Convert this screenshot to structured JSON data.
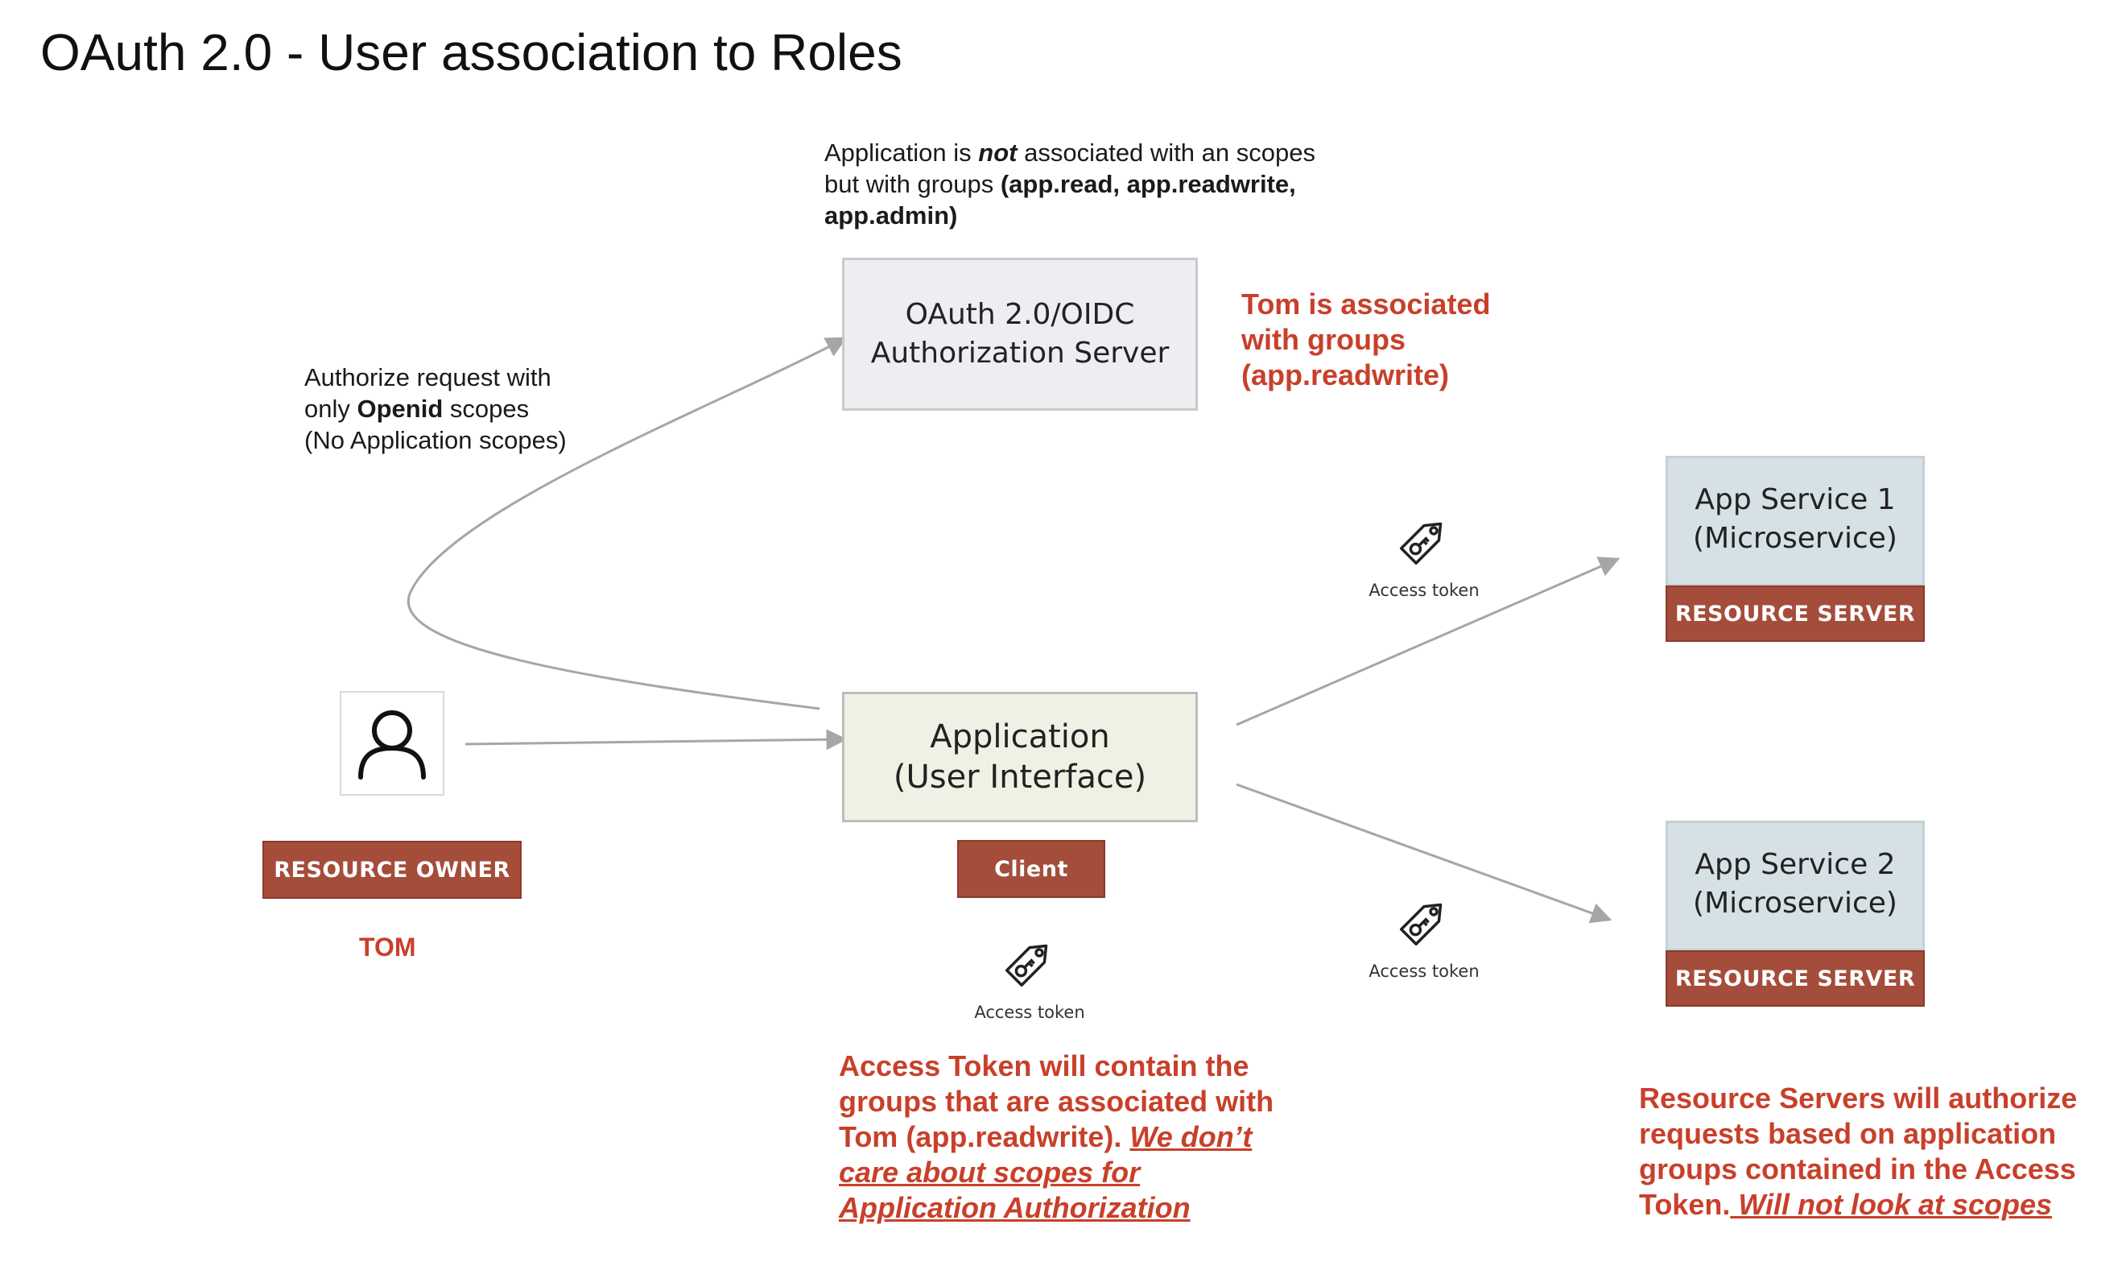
{
  "title": "OAuth 2.0 - User association to Roles",
  "app_scope_note": {
    "prefix": "Application is ",
    "emphasis": "not",
    "middle": " associated with an scopes",
    "line2_prefix": "but with groups ",
    "groups": "(app.read, app.readwrite,",
    "groups2": "app.admin)"
  },
  "authorize_note": {
    "line1": "Authorize request with",
    "line2_prefix": "only ",
    "line2_bold": "Openid",
    "line2_suffix": " scopes",
    "line3": "(No Application scopes)"
  },
  "auth_server": {
    "line1": "OAuth 2.0/OIDC",
    "line2": "Authorization Server"
  },
  "tom_groups_note": {
    "line1": "Tom is associated",
    "line2": "with groups",
    "line3": "(app.readwrite)"
  },
  "application": {
    "line1": "Application",
    "line2": "(User Interface)"
  },
  "client_label": "Client",
  "resource_owner_label": "RESOURCE OWNER",
  "owner_name": "TOM",
  "services": [
    {
      "line1": "App Service 1",
      "line2": "(Microservice)",
      "role": "RESOURCE SERVER"
    },
    {
      "line1": "App Service 2",
      "line2": "(Microservice)",
      "role": "RESOURCE SERVER"
    }
  ],
  "token_caption": "Access token",
  "access_token_note": {
    "line1": "Access Token will contain  the",
    "line2": "groups that are associated with",
    "line3_prefix": "Tom (app.readwrite). ",
    "line3_emph": "We don’t",
    "line4_emph": "care about scopes for",
    "line5_emph": "Application Authorization"
  },
  "resource_server_note": {
    "line1": "Resource Servers will authorize",
    "line2": "requests based on application",
    "line3": "groups contained in the Access",
    "line4_prefix": "Token.",
    "line4_emph": " Will not look at scopes"
  },
  "colors": {
    "accent_red": "#c8402a",
    "label_bar": "#a34d3a",
    "auth_box_fill": "#eeedf2",
    "app_box_fill": "#eef2e4",
    "service_box_fill": "#d6e1e5",
    "arrow": "#a6a6a6"
  },
  "icons": [
    "user-icon",
    "access-token-icon"
  ]
}
